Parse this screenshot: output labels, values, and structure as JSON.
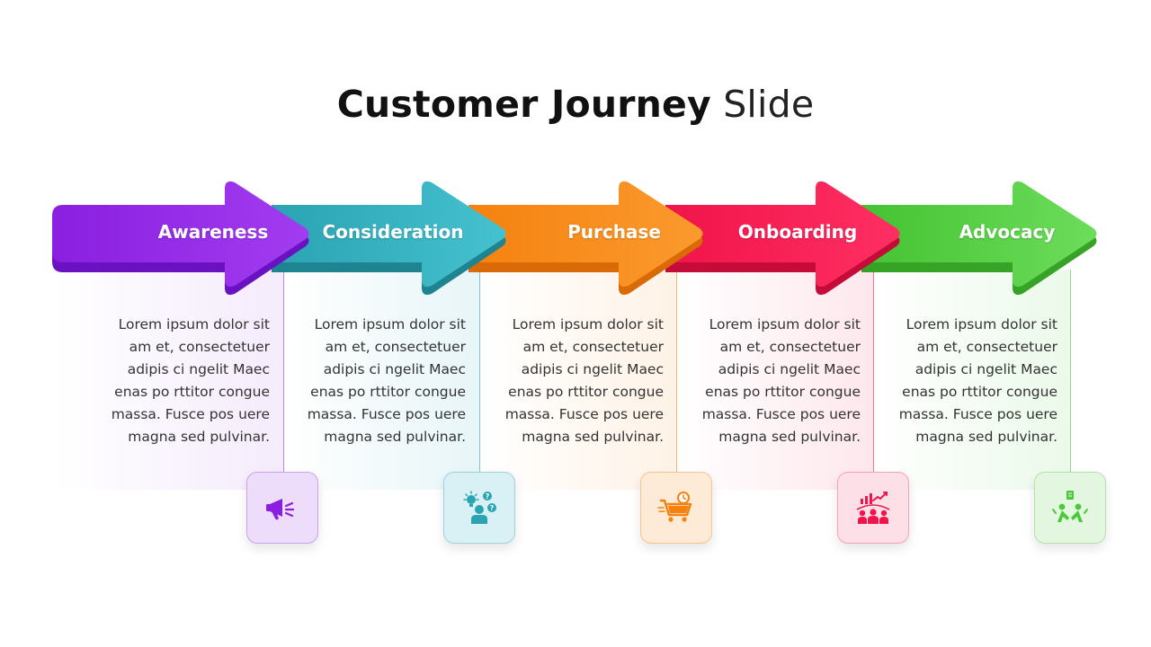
{
  "title": {
    "bold": "Customer Journey",
    "light": "Slide"
  },
  "stages": [
    {
      "label": "Awareness",
      "text": "Lorem ipsum dolor sit am et, consectetuer adipis ci ngelit Maec enas po rttitor congue massa. Fusce pos uere magna sed pulvinar.",
      "icon": "megaphone-icon",
      "color": "#8a1fe0"
    },
    {
      "label": "Consideration",
      "text": "Lorem ipsum dolor sit am et, consectetuer adipis ci ngelit Maec enas po rttitor congue massa. Fusce pos uere magna sed pulvinar.",
      "icon": "idea-question-icon",
      "color": "#2aa3b3"
    },
    {
      "label": "Purchase",
      "text": "Lorem ipsum dolor sit am et, consectetuer adipis ci ngelit Maec enas po rttitor congue massa. Fusce pos uere magna sed pulvinar.",
      "icon": "shopping-cart-icon",
      "color": "#f5820f"
    },
    {
      "label": "Onboarding",
      "text": "Lorem ipsum dolor sit am et, consectetuer adipis ci ngelit Maec enas po rttitor congue massa. Fusce pos uere magna sed pulvinar.",
      "icon": "team-growth-icon",
      "color": "#f0144a"
    },
    {
      "label": "Advocacy",
      "text": "Lorem ipsum dolor sit am et, consectetuer adipis ci ngelit Maec enas po rttitor congue massa. Fusce pos uere magna sed pulvinar.",
      "icon": "referral-icon",
      "color": "#4cc93a"
    }
  ]
}
